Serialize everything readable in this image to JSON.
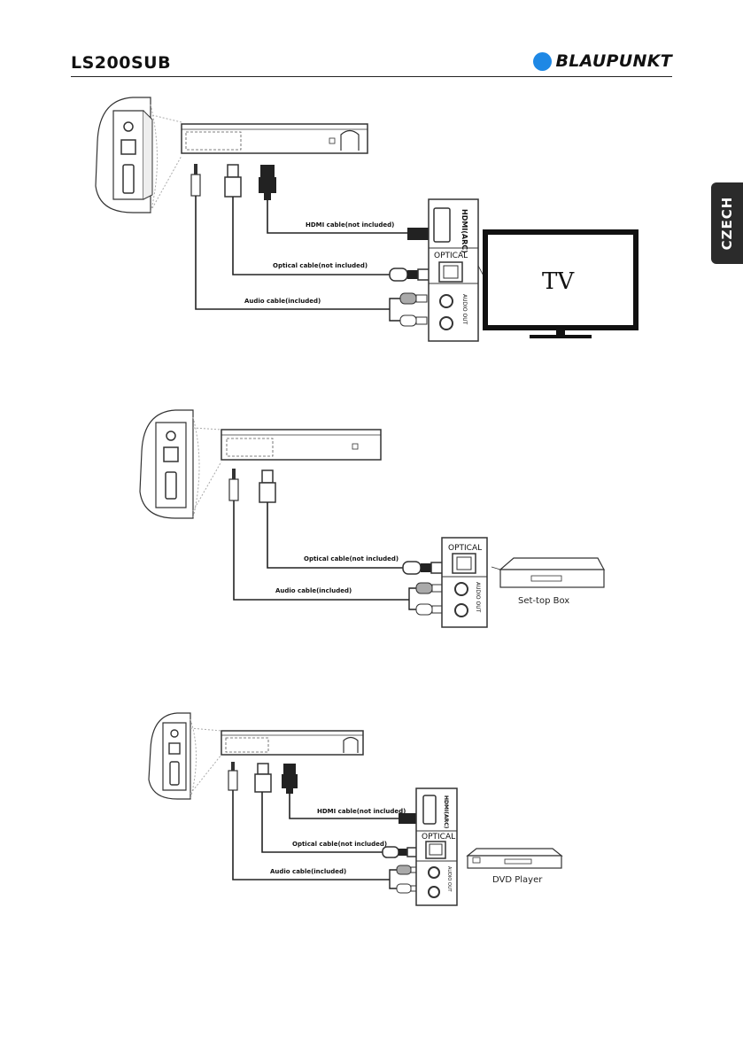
{
  "header": {
    "model": "LS200SUB",
    "brand": "BLAUPUNKT",
    "brand_color": "#1e88e5"
  },
  "side_tab": {
    "label": "CZECH"
  },
  "diagrams": [
    {
      "target": "TV",
      "hdmi_cable": "HDMI cable(not included)",
      "optical_cable": "Optical cable(not included)",
      "audio_cable": "Audio cable(included)",
      "hdmi_port": "HDMI(ARC)",
      "optical_port": "OPTICAL",
      "audio_port": "AUDIO OUT",
      "device_label": "TV"
    },
    {
      "target": "Set-top Box",
      "optical_cable": "Optical cable(not included)",
      "audio_cable": "Audio cable(included)",
      "optical_port": "OPTICAL",
      "audio_port": "AUDIO OUT",
      "device_label": "Set-top Box"
    },
    {
      "target": "DVD Player",
      "hdmi_cable": "HDMI cable(not included)",
      "optical_cable": "Optical cable(not included)",
      "audio_cable": "Audio cable(included)",
      "hdmi_port": "HDMI(ARC)",
      "optical_port": "OPTICAL",
      "audio_port": "AUDIO OUT",
      "device_label": "DVD Player"
    }
  ]
}
